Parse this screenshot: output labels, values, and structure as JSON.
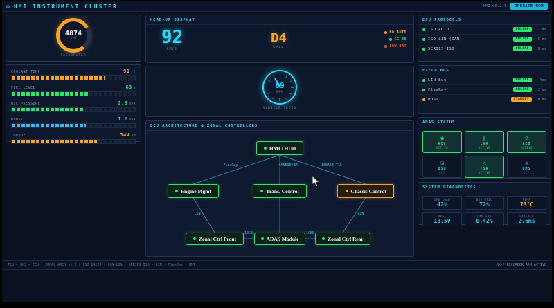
{
  "icons": {
    "gear": "⚙"
  },
  "header": {
    "title": "HMI INSTRUMENT CLUSTER",
    "version": "HMI v0.2.1",
    "mode_button": "OPERATE NOM"
  },
  "tachometer": {
    "value": "4874",
    "unit": "x/W",
    "label": "TACHOMETER"
  },
  "bars": {
    "items": [
      {
        "label": "COOLANT TEMP",
        "value": "91",
        "unit": "°C",
        "color": "#f7a52a",
        "pct": 76
      },
      {
        "label": "FUEL LEVEL",
        "value": "63",
        "unit": "%",
        "color": "#2ee56f",
        "pct": 63
      },
      {
        "label": "OIL PRESSURE",
        "value": "2.9",
        "unit": "BAR",
        "color": "#2ee56f",
        "pct": 58
      },
      {
        "label": "BOOST",
        "value": "1.2",
        "unit": "BAR",
        "color": "#3bb9f8",
        "pct": 60
      },
      {
        "label": "TORQUE",
        "value": "344",
        "unit": "NM",
        "color": "#f7a52a",
        "pct": 69
      }
    ]
  },
  "hud": {
    "title": "HEAD-UP DISPLAY",
    "speed_value": "92",
    "speed_unit": "KM/H",
    "gear_value": "D4",
    "gear_label": "GEAR",
    "indicators": [
      {
        "label": "NO AUTO",
        "color": "#f7a52a"
      },
      {
        "label": "CC 30",
        "color": "#2ee56f"
      },
      {
        "label": "LOW BAT",
        "color": "#f7652a"
      }
    ]
  },
  "speed_gauge": {
    "value": "89",
    "unit": "KM/H",
    "label": "VEHICLE SPEED"
  },
  "diagram": {
    "title": "ECU ARCHITECTURE & ZONAL CONTROLLERS",
    "nodes": [
      {
        "label": "HMI / HUD",
        "state": "ok"
      },
      {
        "label": "Engine Mgmt",
        "state": "ok"
      },
      {
        "label": "Trans. Control",
        "state": "ok"
      },
      {
        "label": "Chassis Control",
        "state": "warn"
      },
      {
        "label": "Zonal Ctrl Front",
        "state": "ok"
      },
      {
        "label": "ADAS Module",
        "state": "ok"
      },
      {
        "label": "Zonal Ctrl Rear",
        "state": "ok"
      }
    ],
    "edge_labels": [
      "FlexRay",
      "CAN500/8M",
      "10BASE-T1S",
      "LIN",
      "LIN",
      "10GB",
      "1GBE"
    ]
  },
  "protocols": {
    "title": "ECU PROTOCOLS",
    "rows": [
      {
        "name": "ISO AUTO",
        "badge": "ONLINE",
        "value": "1 ms"
      },
      {
        "name": "ISO-LIN (CAN)",
        "badge": "ONLINE",
        "value": "5 ms"
      },
      {
        "name": "SERIES ISO",
        "badge": "ONLINE",
        "value": "8 ms"
      }
    ]
  },
  "fieldbus": {
    "title": "FIELD BUS",
    "rows": [
      {
        "name": "LIN Bus",
        "badge": "ONLINE",
        "value": "Yes"
      },
      {
        "name": "FlexRay",
        "badge": "ONLINE",
        "value": "2 ms"
      },
      {
        "name": "MOST",
        "badge": "STANDBY",
        "value": "10 ms"
      }
    ]
  },
  "adas": {
    "title": "ADAS STATUS",
    "tiles": [
      {
        "icon": "◉",
        "name": "ACC",
        "status": "ACTIVE"
      },
      {
        "icon": "∥",
        "name": "LKA",
        "status": "ACTIVE"
      },
      {
        "icon": "⊘",
        "name": "AEB",
        "status": "ACTIVE"
      },
      {
        "icon": "◪",
        "name": "BSD",
        "status": "OFF"
      },
      {
        "icon": "△",
        "name": "TSR",
        "status": "ACTIVE"
      },
      {
        "icon": "◉",
        "name": "DMS",
        "status": "OFF"
      }
    ]
  },
  "diagnostics": {
    "title": "SYSTEM DIAGNOSTICS",
    "tiles": [
      {
        "label": "CPU LOAD",
        "value": "42%"
      },
      {
        "label": "BUS UTIL",
        "value": "72%"
      },
      {
        "label": "TEMP",
        "value": "73°C"
      },
      {
        "label": "VBAT",
        "value": "13.5V"
      },
      {
        "label": "CAN ERR",
        "value": "0.42%"
      },
      {
        "label": "LATENCY",
        "value": "2.6ms"
      }
    ]
  },
  "statusbar": {
    "left": "TCU — GMS — ECU | ZONAL ARCH v1.2 | ISO 14229 | CAN-LIN · SERIES ISO · LIN · FlexRay · NMT",
    "right": "MX-P RECORDER ARM ACTIVE"
  }
}
